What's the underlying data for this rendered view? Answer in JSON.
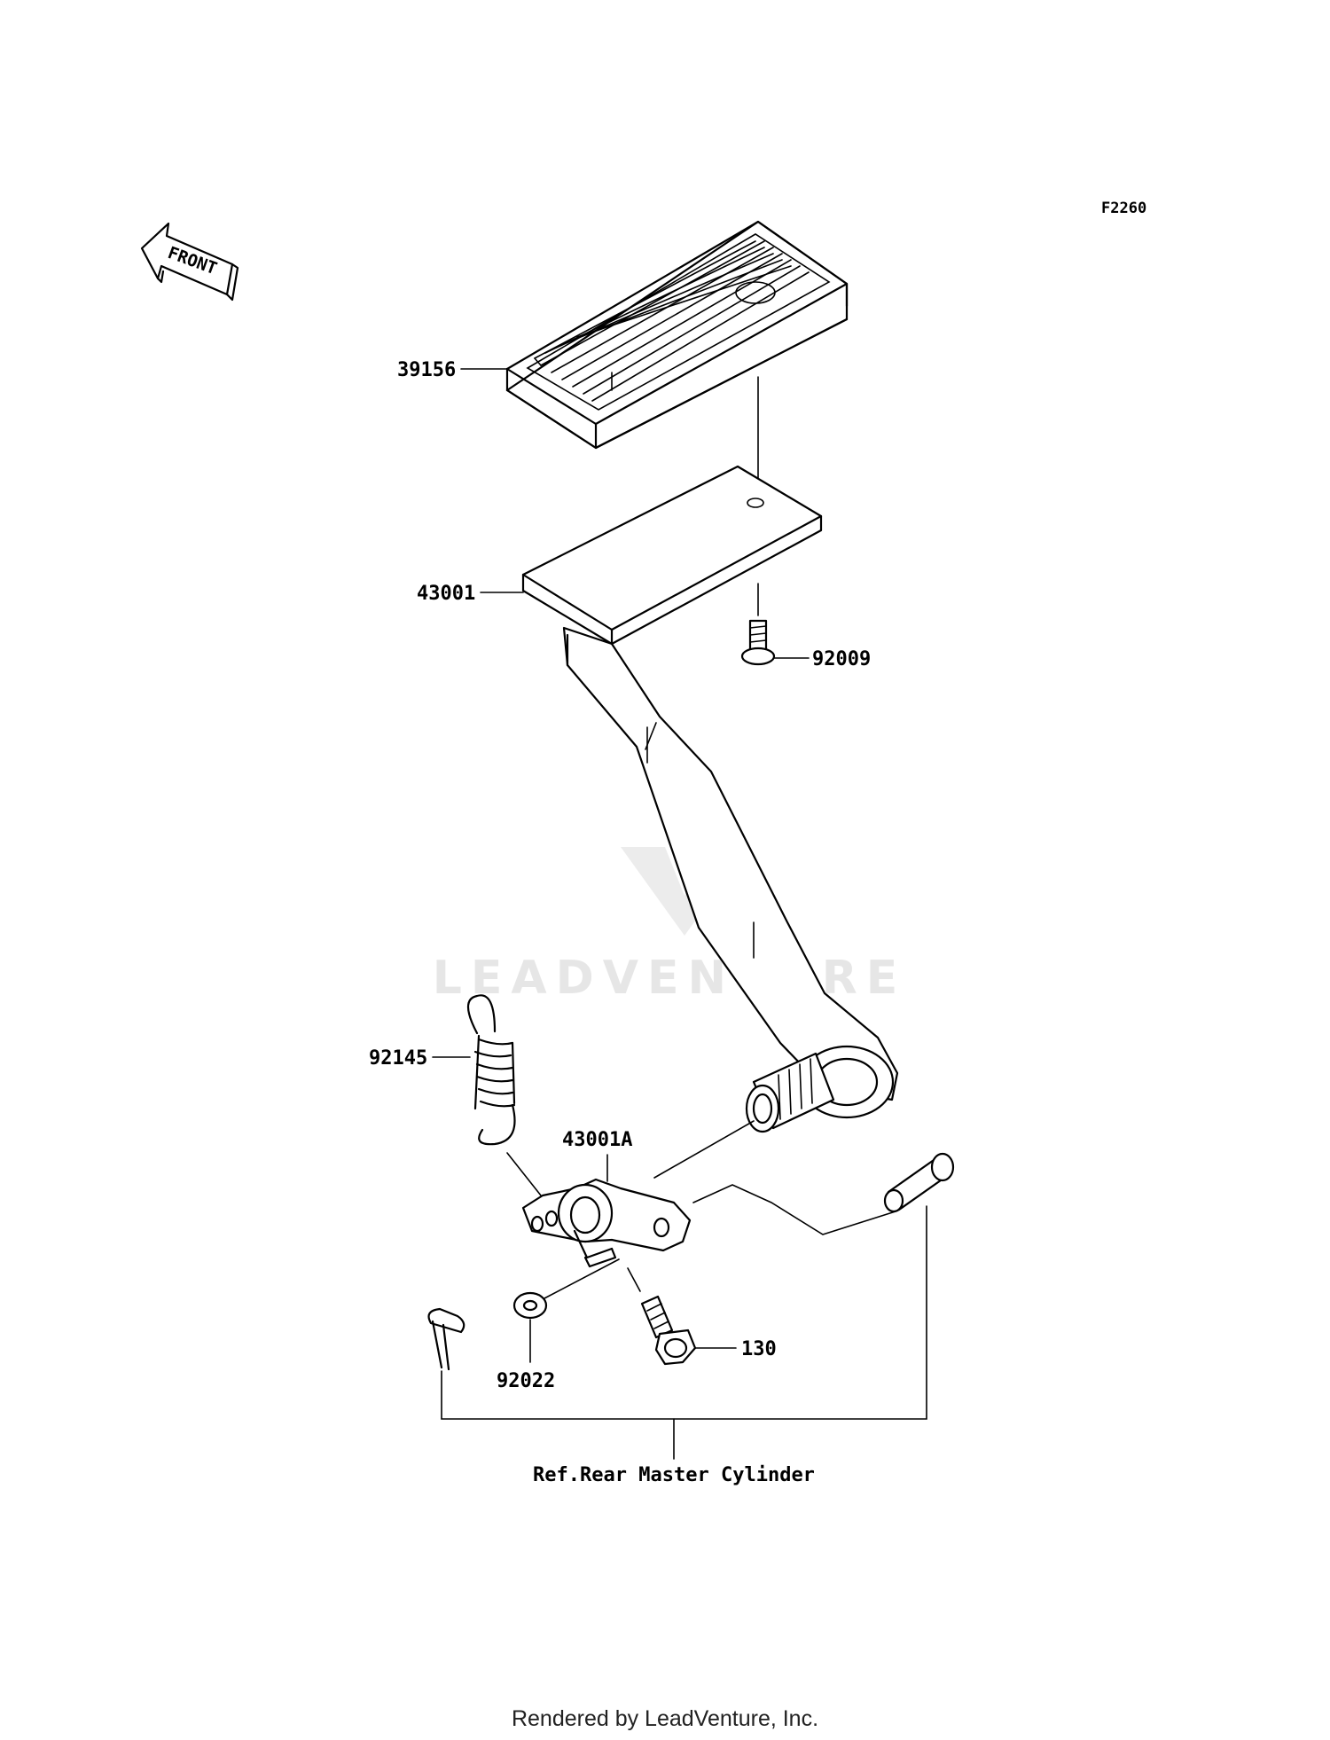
{
  "figure_id": "F2260",
  "front_label": "FRONT",
  "watermark": "LEADVENTURE",
  "footer": "Rendered by LeadVenture, Inc.",
  "reference_note": "Ref.Rear Master Cylinder",
  "parts": [
    {
      "id": "39156",
      "name": "brake-pedal-pad"
    },
    {
      "id": "43001",
      "name": "brake-pedal"
    },
    {
      "id": "92009",
      "name": "pad-screw"
    },
    {
      "id": "92145",
      "name": "return-spring"
    },
    {
      "id": "43001A",
      "name": "pedal-lever-arm"
    },
    {
      "id": "92022",
      "name": "washer"
    },
    {
      "id": "130",
      "name": "flange-bolt"
    }
  ]
}
